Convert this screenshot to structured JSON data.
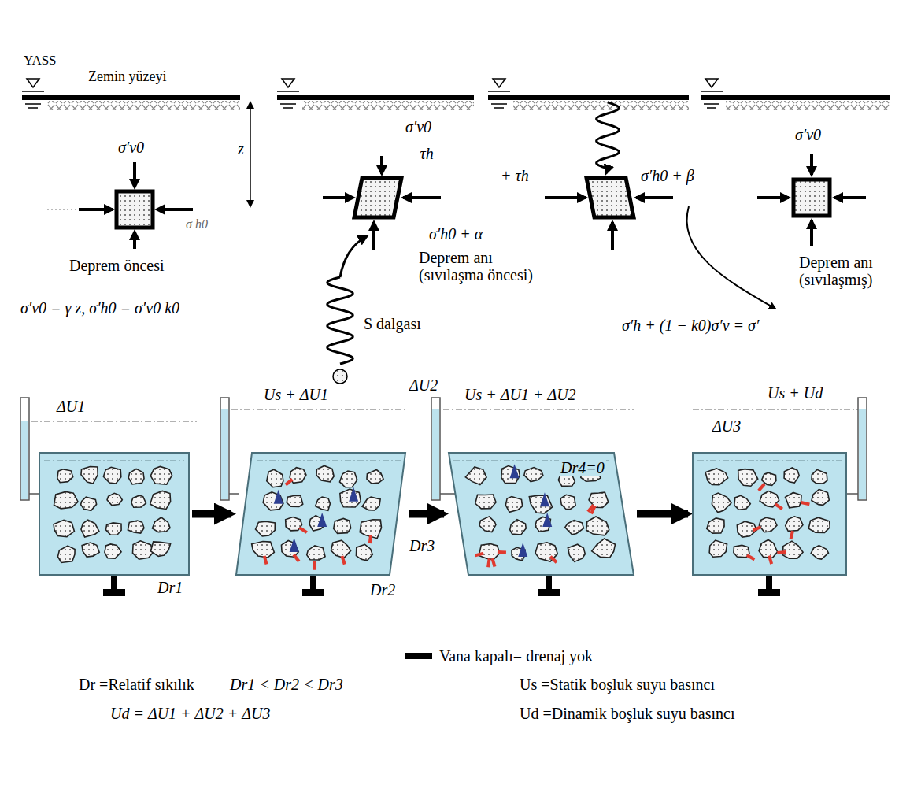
{
  "diagram": {
    "nodes": [
      {
        "text": [
          "ΔU1",
          "Dr1"
        ]
      },
      {
        "text": [
          "Us + ΔU1",
          "ΔU2",
          "Dr2"
        ]
      },
      {
        "text": [
          "Us + ΔU1 + ΔU2",
          "Dr3",
          "Dr4=0"
        ]
      },
      {
        "text": [
          "ΔU3",
          "Us + Ud"
        ]
      }
    ],
    "edges": [
      {
        "from": 0,
        "to": 1,
        "arrow": "to"
      },
      {
        "from": 1,
        "to": 2,
        "arrow": "to"
      },
      {
        "from": 2,
        "to": 3,
        "arrow": "to"
      }
    ],
    "labels": [
      "YASS",
      "Zemin yüzeyi",
      "σ′v0",
      "z",
      "σ h0",
      "Deprem öncesi",
      "σ′v0 = γ z, σ′h0 = σ′v0 k0",
      "σ′v0",
      "− τh",
      "σ′h0 + α",
      "Deprem anı (sıvılaşma öncesi)",
      "S dalgası",
      "+ τh",
      "σ′h0 + β",
      "σ′v0",
      "Deprem anı (sıvılaşmış)",
      "σ′h + (1 − k0)σ′v = σ′",
      "Vana kapalı= drenaj yok",
      "Dr =Relatif sıkılık",
      "Dr1 < Dr2 < Dr3",
      "Ud = ΔU1 + ΔU2 + ΔU3",
      "Us =Statik boşluk suyu basıncı",
      "Ud =Dinamik boşluk suyu basıncı"
    ]
  }
}
